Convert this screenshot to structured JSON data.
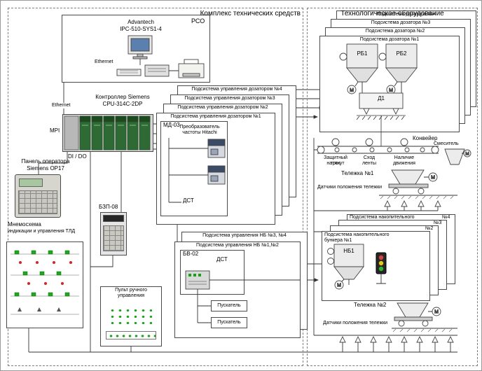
{
  "kts": {
    "title": "Комплекс технических средств",
    "pco": {
      "label": "РСО",
      "computer1": "Advantech",
      "computer2": "IPC-510-SYS1-4",
      "ethernet": "Ethernet"
    },
    "ethernet": "Ethernet",
    "controller1": "Контроллер Siemens",
    "controller2": "CPU-314C-2DP",
    "mpi": "MPI",
    "di_do": "DI / DO",
    "op1": "Панель оператора",
    "op2": "Siemens OP17",
    "bzp": "БЗП-08",
    "mnemo1": "Мнемосхема",
    "mnemo2": "индикации и управления ТЛД",
    "manual": "Пульт ручного управления",
    "doser_ctrl": [
      "Подсистема управления дозатором №4",
      "Подсистема управления дозатором №3",
      "Подсистема управления дозатором №2",
      "Подсистема управления дозатором №1"
    ],
    "md03": "МД-03",
    "freq1": "Преобразователь",
    "freq2": "частоты Hitachi",
    "dst": "ДСТ",
    "nb34": "Подсистема управления НБ №3, №4",
    "nb12": "Подсистема управления НБ №1,№2",
    "bv02": "БВ-02",
    "dst2": "ДСТ",
    "starter1": "Пускатель",
    "starter2": "Пускатель"
  },
  "to": {
    "title": "Технологическое оборудование",
    "doser": [
      "Подсистема дозатора №4",
      "Подсистема дозатора №3",
      "Подсистема дозатора №2",
      "Подсистема дозатора №1"
    ],
    "rb1": "РБ1",
    "rb2": "РБ2",
    "d1": "Д1",
    "conveyor": "Конвейер",
    "s1a": "Защитный трос",
    "s1b": "натянут",
    "s2a": "Сход",
    "s2b": "ленты",
    "s3a": "Наличие",
    "s3b": "движения",
    "mixer": "Смеситель",
    "trolley1": "Тележка №1",
    "sens1": "Датчики положения тележки",
    "storage_top": "Подсистема накопительного",
    "storage_n4": "№4",
    "storage_n3": "№3",
    "storage_n2": "№2",
    "storage_f1": "Подсистема накопительного",
    "storage_f2": "бункера №1",
    "nb1": "НБ1",
    "trolley2": "Тележка №2",
    "sens2": "Датчики положения тележки"
  },
  "sym": {
    "m": "M"
  }
}
